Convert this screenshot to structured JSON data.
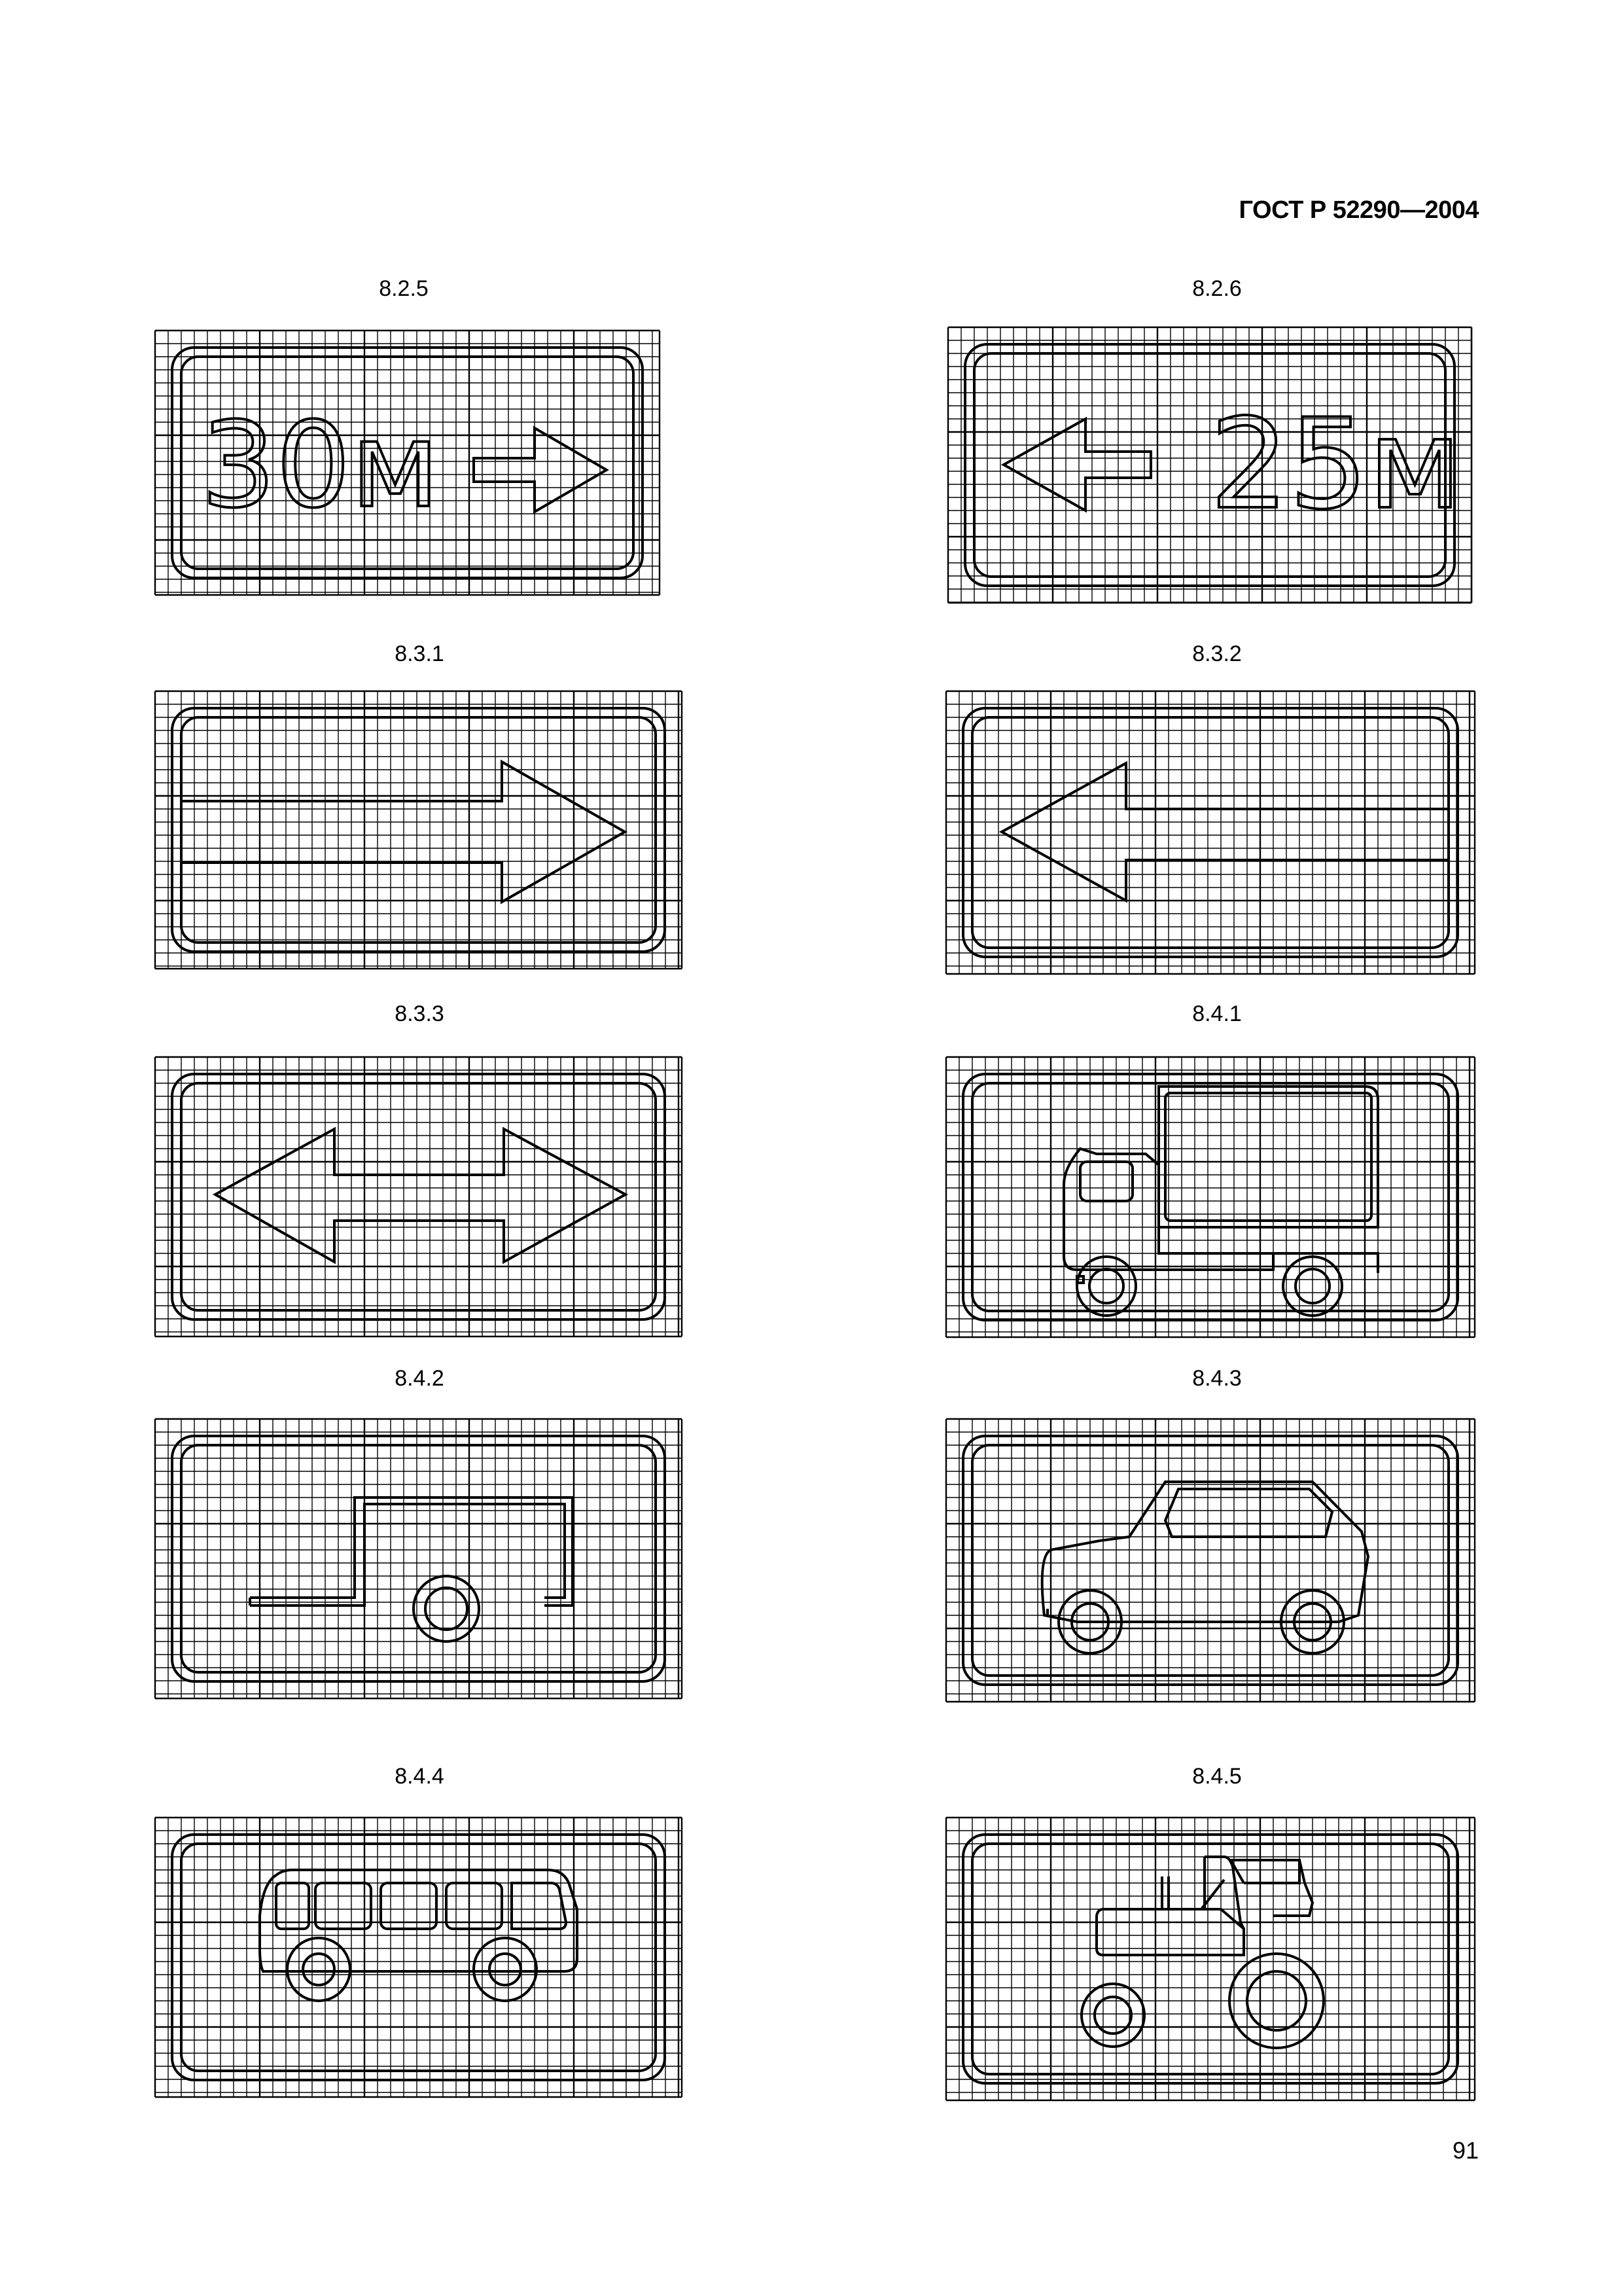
{
  "header": {
    "title": "ГОСТ Р 52290—2004"
  },
  "footer": {
    "page_number": "91"
  },
  "signs": [
    {
      "id": "8.2.5",
      "label": "8.2.5",
      "text": "30м",
      "symbol": "distance-arrow-right"
    },
    {
      "id": "8.2.6",
      "label": "8.2.6",
      "text": "25м",
      "symbol": "distance-arrow-left"
    },
    {
      "id": "8.3.1",
      "label": "8.3.1",
      "symbol": "direction-arrow-right"
    },
    {
      "id": "8.3.2",
      "label": "8.3.2",
      "symbol": "direction-arrow-left"
    },
    {
      "id": "8.3.3",
      "label": "8.3.3",
      "symbol": "direction-arrow-both"
    },
    {
      "id": "8.4.1",
      "label": "8.4.1",
      "symbol": "truck-icon"
    },
    {
      "id": "8.4.2",
      "label": "8.4.2",
      "symbol": "trailer-icon"
    },
    {
      "id": "8.4.3",
      "label": "8.4.3",
      "symbol": "car-icon"
    },
    {
      "id": "8.4.4",
      "label": "8.4.4",
      "symbol": "bus-icon"
    },
    {
      "id": "8.4.5",
      "label": "8.4.5",
      "symbol": "tractor-icon"
    }
  ]
}
